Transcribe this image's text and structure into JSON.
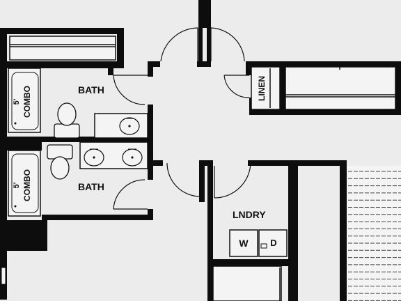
{
  "rooms": {
    "bath_upper": "BATH",
    "bath_lower": "BATH",
    "linen": "LINEN",
    "laundry": "LNDRY"
  },
  "tubs": {
    "upper": {
      "size": "5'",
      "type": "COMBO"
    },
    "lower": {
      "size": "5'",
      "type": "COMBO"
    }
  },
  "appliances": {
    "washer": "W",
    "dryer": "D"
  },
  "colors": {
    "wall": "#0d0d0d",
    "floor": "#ececec",
    "fixture": "#f4f4f4"
  }
}
